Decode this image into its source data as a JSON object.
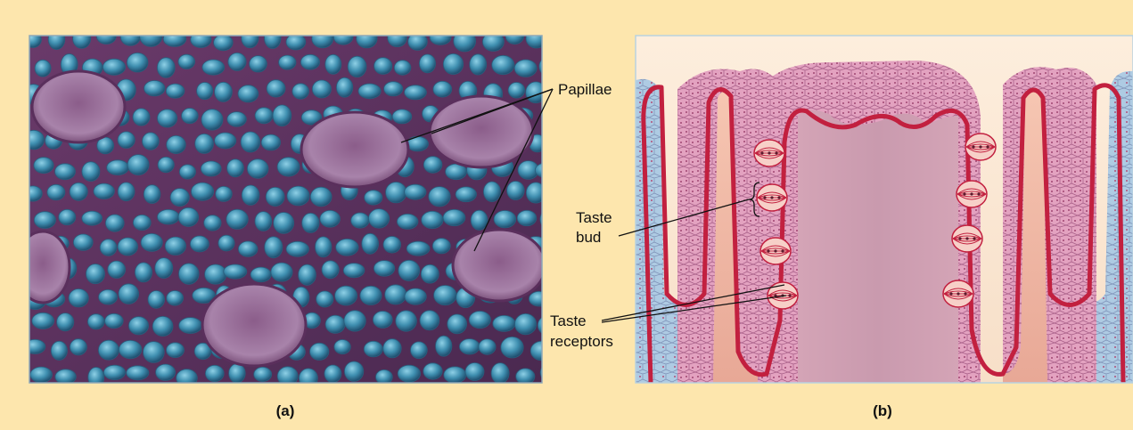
{
  "labels": {
    "papillae": "Papillae",
    "taste_bud_line1": "Taste",
    "taste_bud_line2": "bud",
    "taste_receptors_line1": "Taste",
    "taste_receptors_line2": "receptors"
  },
  "captions": {
    "panel_a": "(a)",
    "panel_b": "(b)"
  },
  "colors": {
    "background": "#fde6ad",
    "papilla_blue": "#3f8fb0",
    "tissue_purple": "#8a4a7c",
    "membrane_red": "#c2203f",
    "cell_pink": "#e8a6c4"
  }
}
